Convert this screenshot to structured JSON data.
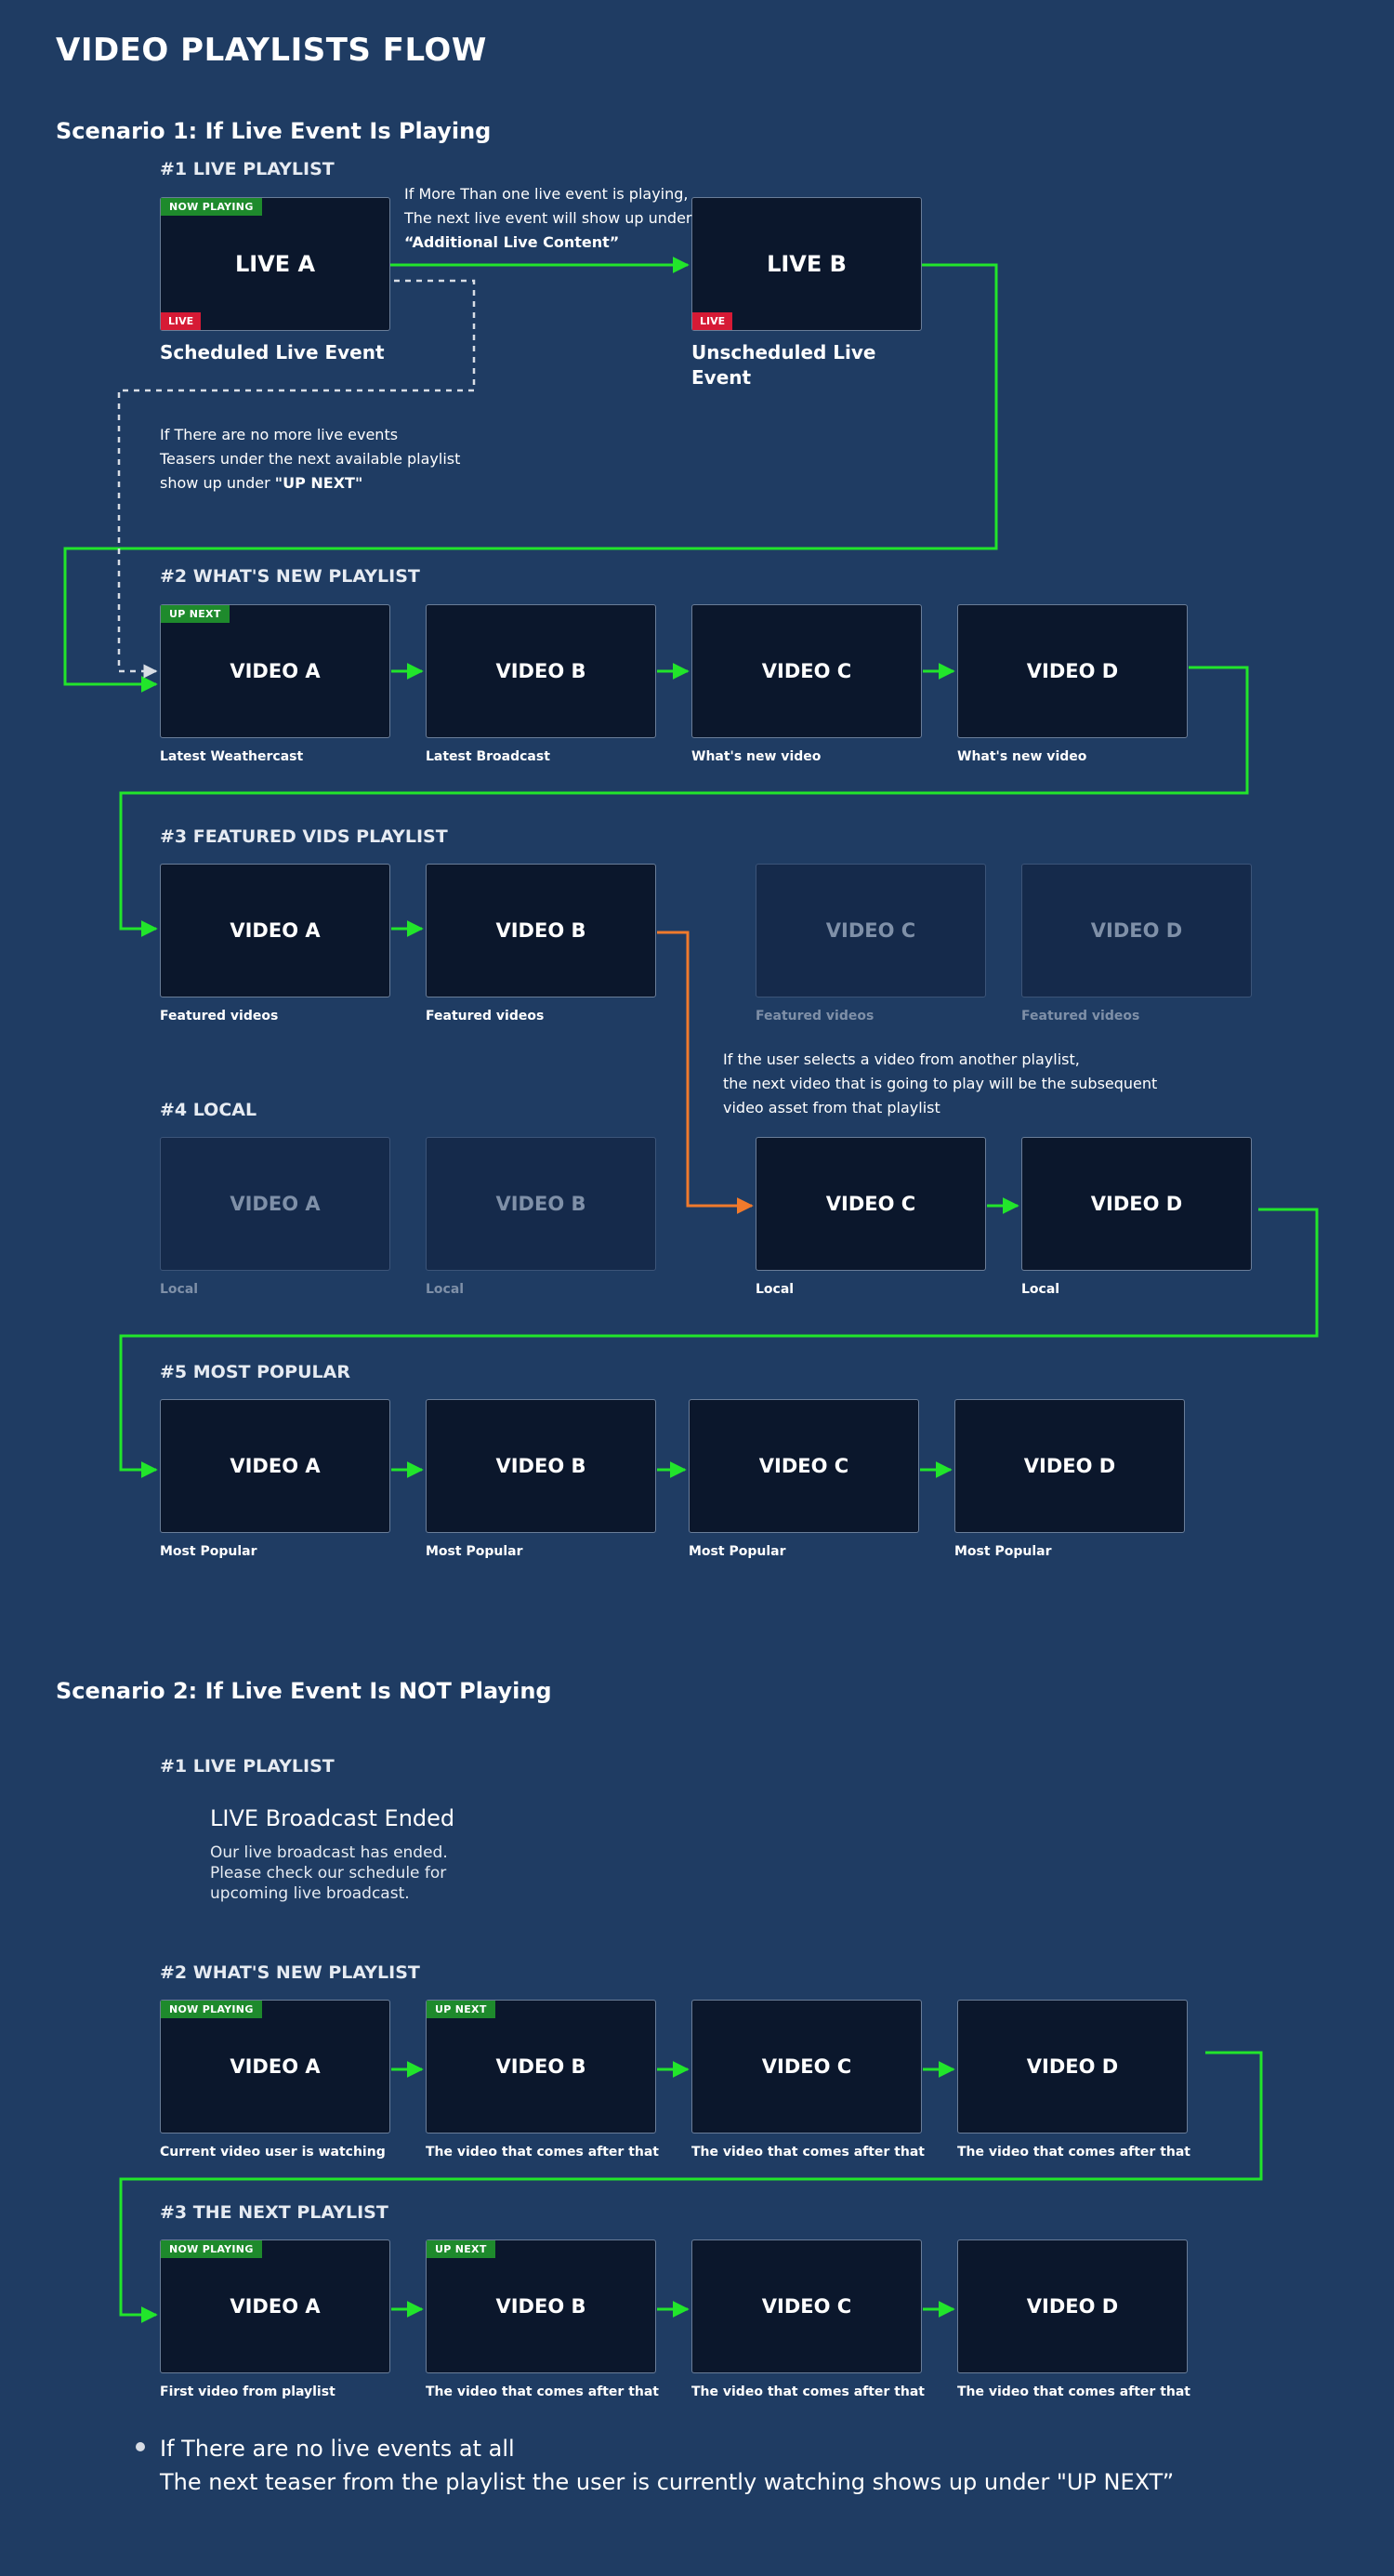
{
  "title": "VIDEO PLAYLISTS FLOW",
  "scenario1": {
    "heading": "Scenario 1: If Live Event Is Playing",
    "live_playlist": {
      "heading": "#1 LIVE PLAYLIST",
      "live_a": {
        "label": "LIVE A",
        "tag": "NOW PLAYING",
        "live_badge": "LIVE",
        "caption": "Scheduled Live Event"
      },
      "live_b": {
        "label": "LIVE B",
        "live_badge": "LIVE",
        "caption": "Unscheduled Live Event"
      },
      "note_more_live": {
        "line1": "If More Than one live event is playing,",
        "line2": "The next live event will show up under",
        "line3": "“Additional Live Content”"
      },
      "note_no_live": {
        "line1": "If There are no more live events",
        "line2": "Teasers under the next available playlist",
        "line3_prefix": "show up under ",
        "line3_bold": "\"UP NEXT\""
      }
    },
    "whats_new": {
      "heading": "#2 WHAT'S NEW PLAYLIST",
      "tag": "UP NEXT",
      "items": [
        {
          "label": "VIDEO A",
          "caption": "Latest Weathercast"
        },
        {
          "label": "VIDEO B",
          "caption": "Latest Broadcast"
        },
        {
          "label": "VIDEO C",
          "caption": "What's new video"
        },
        {
          "label": "VIDEO D",
          "caption": "What's new video"
        }
      ]
    },
    "featured": {
      "heading": "#3 FEATURED VIDS PLAYLIST",
      "items": [
        {
          "label": "VIDEO A",
          "caption": "Featured videos"
        },
        {
          "label": "VIDEO B",
          "caption": "Featured videos"
        },
        {
          "label": "VIDEO C",
          "caption": "Featured videos"
        },
        {
          "label": "VIDEO D",
          "caption": "Featured videos"
        }
      ],
      "note": {
        "line1": "If the user selects a video from another playlist,",
        "line2": "the next video that is going to play will be the subsequent",
        "line3": "video asset from that playlist"
      }
    },
    "local": {
      "heading": "#4 LOCAL",
      "items": [
        {
          "label": "VIDEO A",
          "caption": "Local"
        },
        {
          "label": "VIDEO B",
          "caption": "Local"
        },
        {
          "label": "VIDEO C",
          "caption": "Local"
        },
        {
          "label": "VIDEO D",
          "caption": "Local"
        }
      ]
    },
    "most_popular": {
      "heading": "#5 MOST POPULAR",
      "items": [
        {
          "label": "VIDEO A",
          "caption": "Most Popular"
        },
        {
          "label": "VIDEO B",
          "caption": "Most Popular"
        },
        {
          "label": "VIDEO C",
          "caption": "Most Popular"
        },
        {
          "label": "VIDEO D",
          "caption": "Most Popular"
        }
      ]
    }
  },
  "scenario2": {
    "heading": "Scenario 2: If Live Event Is NOT Playing",
    "live_playlist": {
      "heading": "#1 LIVE PLAYLIST",
      "ended_title": "LIVE Broadcast Ended",
      "ended_message": "Our live broadcast has ended. Please check our schedule for upcoming live broadcast."
    },
    "whats_new": {
      "heading": "#2 WHAT'S NEW PLAYLIST",
      "tag_now": "NOW PLAYING",
      "tag_next": "UP NEXT",
      "items": [
        {
          "label": "VIDEO A",
          "caption": "Current video user is watching"
        },
        {
          "label": "VIDEO B",
          "caption": "The video that comes after that"
        },
        {
          "label": "VIDEO C",
          "caption": "The video that comes after that"
        },
        {
          "label": "VIDEO D",
          "caption": "The video that comes after that"
        }
      ]
    },
    "next_playlist": {
      "heading": "#3 THE NEXT PLAYLIST",
      "tag_now": "NOW PLAYING",
      "tag_next": "UP NEXT",
      "items": [
        {
          "label": "VIDEO A",
          "caption": "First video from playlist"
        },
        {
          "label": "VIDEO B",
          "caption": "The video that comes after that"
        },
        {
          "label": "VIDEO C",
          "caption": "The video that comes after that"
        },
        {
          "label": "VIDEO D",
          "caption": "The video that comes after that"
        }
      ]
    },
    "bottom_note": {
      "line1": "If There are no live events at all",
      "line2": "The next teaser from the playlist the user is currently watching shows up under \"UP NEXT”"
    }
  },
  "colors": {
    "background": "#1f3c63",
    "card": "#0b172c",
    "flow_arrow": "#22e52b",
    "selection_arrow": "#f07a2c",
    "dashed_arrow": "#d8dde5",
    "now_playing_tag": "#1e8a2c",
    "live_badge": "#d61a35"
  }
}
